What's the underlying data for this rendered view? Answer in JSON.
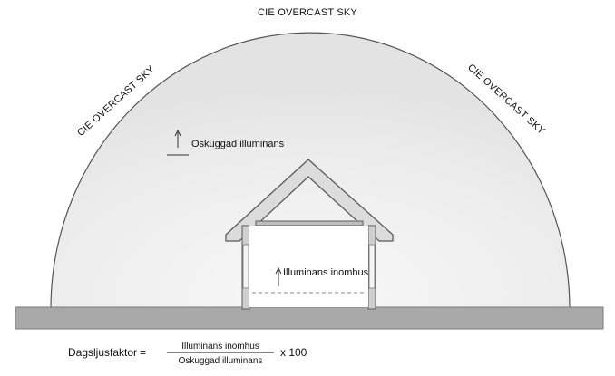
{
  "sky": {
    "label_top": "CIE OVERCAST SKY",
    "label_left": "CIE OVERCAST SKY",
    "label_right": "CIE OVERCAST SKY"
  },
  "labels": {
    "outdoor_illuminance": "Oskuggad illuminans",
    "indoor_illuminance": "Illuminans inomhus"
  },
  "formula": {
    "name": "Dagsljusfaktor",
    "equals": "=",
    "numerator": "Illuminans inomhus",
    "denominator": "Oskuggad illuminans",
    "multiplier": "x 100"
  },
  "colors": {
    "sky_fill": "#ececec",
    "ground": "#a9a9a9",
    "house_outline": "#6b6b6b",
    "text": "#111111"
  }
}
